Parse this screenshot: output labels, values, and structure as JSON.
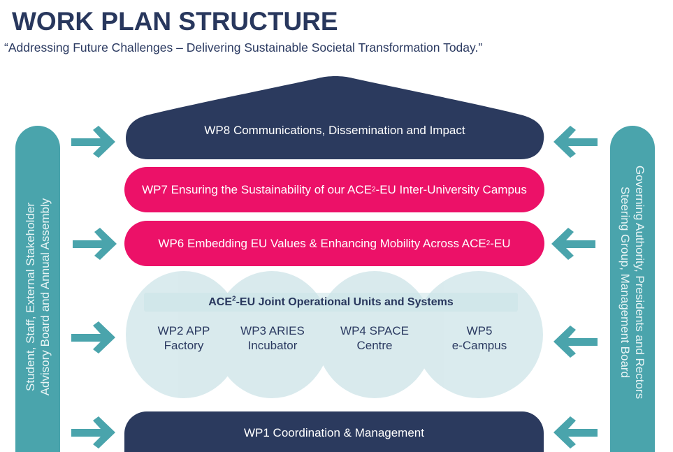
{
  "header": {
    "title": "WORK PLAN STRUCTURE",
    "subtitle": "“Addressing Future Challenges – Delivering Sustainable Societal Transformation Today.”"
  },
  "colors": {
    "navy": "#2b3a5e",
    "magenta": "#ec1168",
    "teal": "#4aa4ac",
    "circle_fill": "#d7e9ed",
    "title_text": "#28375d"
  },
  "left_pillar": {
    "line1": "Student, Staff, External Stakeholder",
    "line2": "Advisory Board and Annual Assembly"
  },
  "right_pillar": {
    "line1": "Governing Authority, Presidents and Rectors",
    "line2": "Steering Group, Management Board"
  },
  "work_packages": {
    "wp8": "WP8 Communications, Dissemination and Impact",
    "wp7": {
      "pre": "WP7 Ensuring the Sustainability of our ACE",
      "sup": "2",
      "post": "-EU Inter-University Campus"
    },
    "wp6": {
      "pre": "WP6 Embedding EU Values & Enhancing Mobility Across ACE",
      "sup": "2",
      "post": "-EU"
    },
    "wp1": "WP1 Coordination & Management"
  },
  "joint_units": {
    "heading": {
      "pre": "ACE",
      "sup": "2",
      "post": "-EU Joint Operational Units and Systems"
    },
    "units": [
      {
        "line1": "WP2 APP",
        "line2": "Factory"
      },
      {
        "line1": "WP3 ARIES",
        "line2": "Incubator"
      },
      {
        "line1": "WP4 SPACE",
        "line2": "Centre"
      },
      {
        "line1": "WP5",
        "line2": "e-Campus"
      }
    ]
  },
  "arrows": {
    "left": [
      "arrow-right",
      "arrow-right",
      "arrow-right",
      "arrow-right"
    ],
    "right": [
      "arrow-left",
      "arrow-left",
      "arrow-left",
      "arrow-left"
    ]
  }
}
